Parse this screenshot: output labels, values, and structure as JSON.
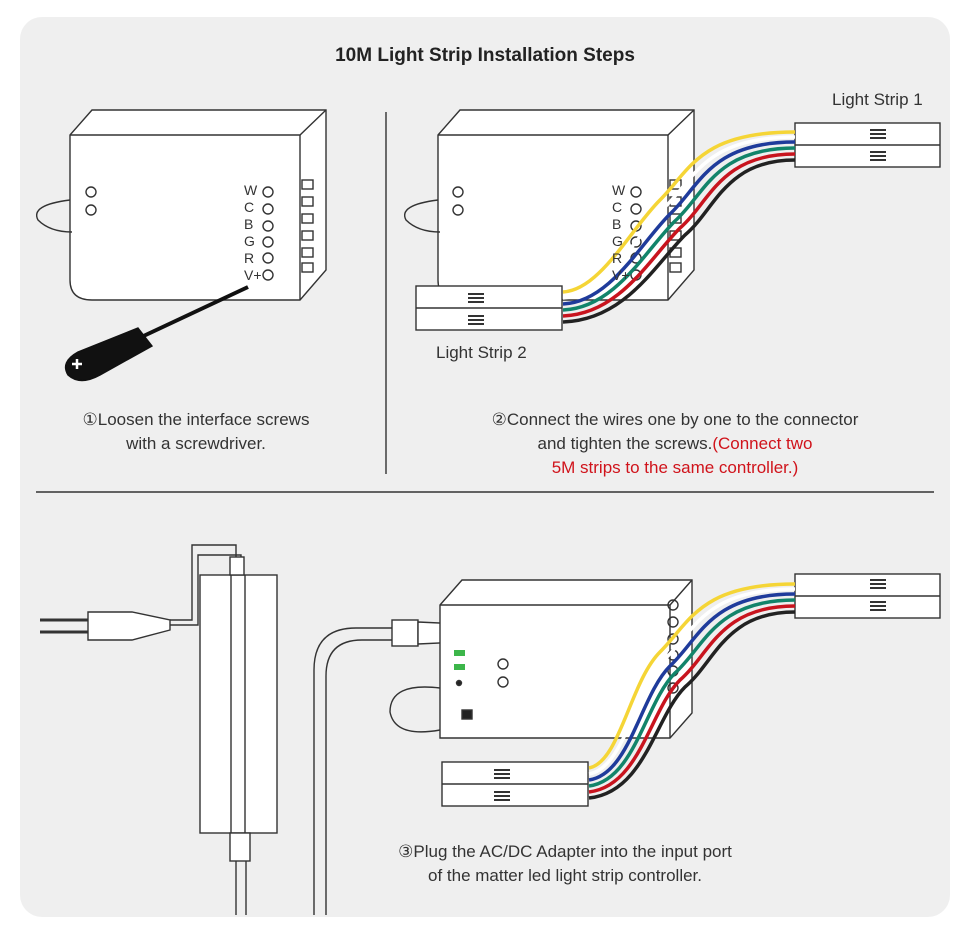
{
  "title": "10M Light Strip Installation Steps",
  "terminals": [
    "W",
    "C",
    "B",
    "G",
    "R",
    "V+"
  ],
  "strip_labels": {
    "strip1": "Light Strip 1",
    "strip2": "Light Strip 2"
  },
  "step1": {
    "line1": "①Loosen the interface screws",
    "line2": "with a screwdriver."
  },
  "step2": {
    "line1": "②Connect the wires one by one to the connector",
    "line2a": "and tighten the screws.",
    "line2b": "(Connect two",
    "line3": "5M strips to the same controller.)"
  },
  "step3": {
    "line1": "③Plug the AC/DC Adapter into the input port",
    "line2": "of the matter led light strip controller."
  },
  "wire_colors": [
    "#f5d536",
    "#ffffff",
    "#1f3b9b",
    "#12846a",
    "#c8141e",
    "#222222"
  ]
}
